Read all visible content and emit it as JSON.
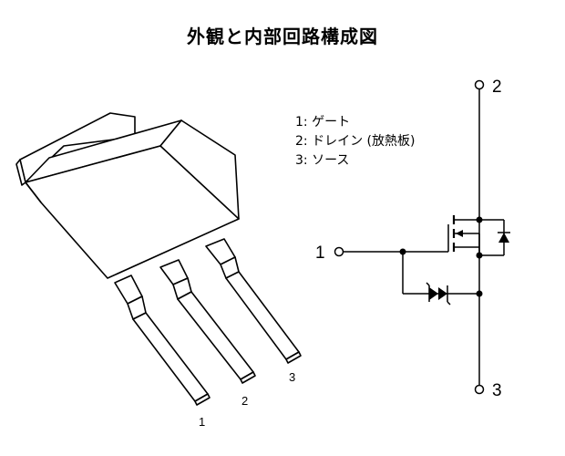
{
  "title": "外観と内部回路構成図",
  "legend": [
    {
      "text": "1: ゲート"
    },
    {
      "text": "2: ドレイン (放熱板)"
    },
    {
      "text": "3: ソース"
    }
  ],
  "package": {
    "pin_labels": [
      "1",
      "2",
      "3"
    ]
  },
  "schematic": {
    "terminals": {
      "gate": "1",
      "drain": "2",
      "source": "3"
    }
  },
  "colors": {
    "line": "#000000",
    "body_fill": "#ffffff"
  }
}
